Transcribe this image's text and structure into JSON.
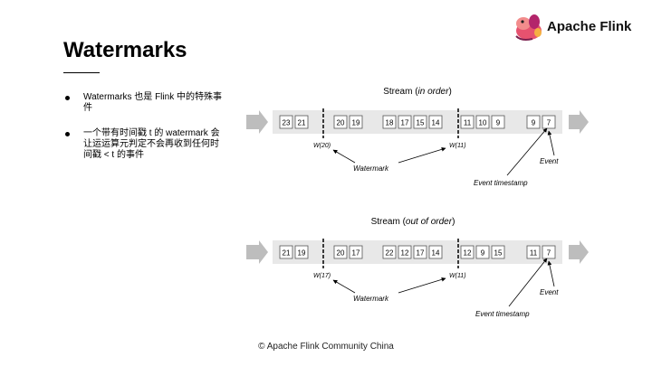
{
  "logo": {
    "brand": "Apache Flink"
  },
  "slide": {
    "title": "Watermarks"
  },
  "bullets": [
    "Watermarks 也是 Flink 中的特殊事件",
    "一个带有时间戳 t 的 watermark 会让运运算元判定不会再收到任何时间戳 < t 的事件"
  ],
  "streams": [
    {
      "label_prefix": "Stream (",
      "label_italic": "in order",
      "label_suffix": ")",
      "groups": [
        [
          "23",
          "21"
        ],
        [
          "20",
          "19"
        ],
        [
          "18",
          "17",
          "15",
          "14"
        ],
        [
          "11",
          "10",
          "9"
        ],
        [
          "9",
          "7"
        ]
      ],
      "watermarks": [
        "W(20)",
        "W(11)"
      ],
      "watermark_label": "Watermark",
      "event_label": "Event",
      "event_timestamp_label": "Event timestamp"
    },
    {
      "label_prefix": "Stream (",
      "label_italic": "out of order",
      "label_suffix": ")",
      "groups": [
        [
          "21",
          "19"
        ],
        [
          "20",
          "17"
        ],
        [
          "22",
          "12",
          "17",
          "14"
        ],
        [
          "12",
          "9",
          "15"
        ],
        [
          "11",
          "7"
        ]
      ],
      "watermarks": [
        "W(17)",
        "W(11)"
      ],
      "watermark_label": "Watermark",
      "event_label": "Event",
      "event_timestamp_label": "Event timestamp"
    }
  ],
  "footer": {
    "text": "© Apache Flink Community China"
  },
  "colors": {
    "band": "#e8e8e8",
    "arrow": "#bdbdbd",
    "box_border": "#555555"
  }
}
